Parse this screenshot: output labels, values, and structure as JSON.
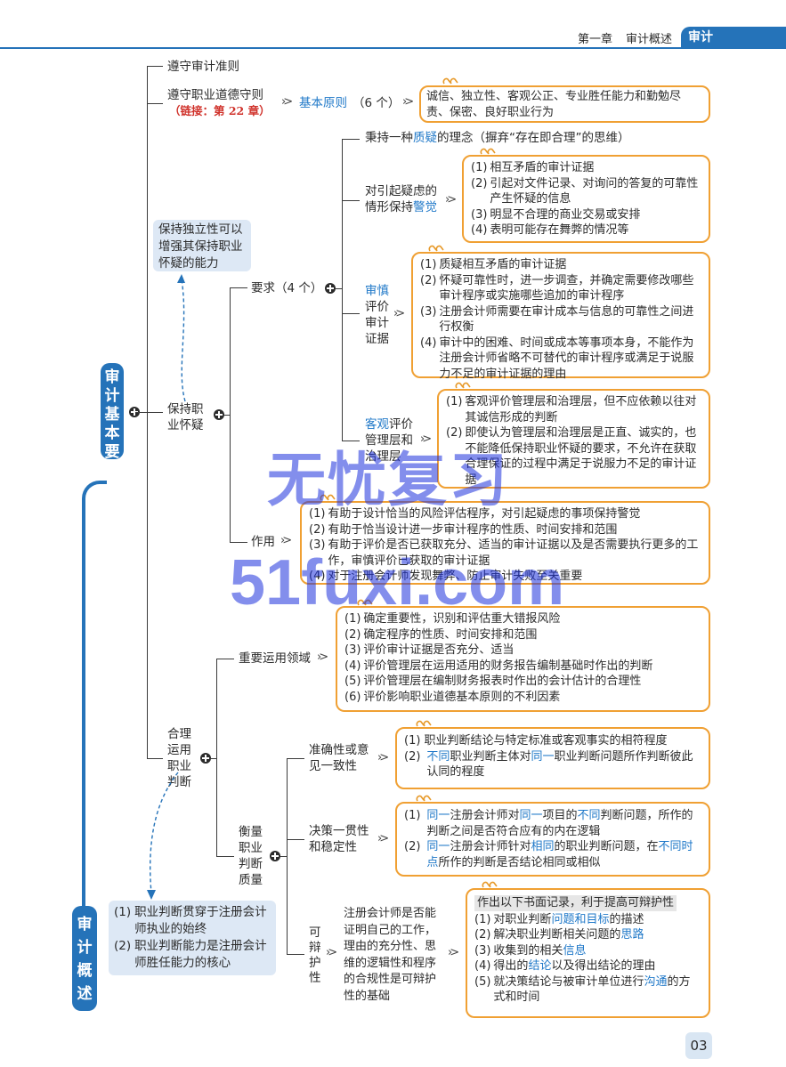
{
  "header": {
    "chapter": "第一章",
    "section": "审计概述",
    "badge": "审计"
  },
  "page_number": "03",
  "side_tabs": {
    "basic": "审计基本要求",
    "overview": "审计概述"
  },
  "watermark": {
    "line1": "无忧复习",
    "line2": "51fuxi.com"
  },
  "tree": {
    "n1": "遵守审计准则",
    "n2": "遵守职业道德守则",
    "n2_link": "（链接：第 22 章）",
    "n2_principle": "基本原则",
    "n2_count": "（6 个）",
    "n2_box": "诚信、独立性、客观公正、专业胜任能力和勤勉尽责、保密、良好职业行为",
    "skeptic": "保持职业怀疑",
    "skeptic_note": "保持独立性可以增强其保持职业怀疑的能力",
    "req": "要求（4 个）",
    "r1_pre": "秉持一种",
    "r1_key": "质疑",
    "r1_post": "的理念（摒弃“存在即合理”的思维）",
    "r2_pre": "对引起疑虑的情形保持",
    "r2_key": "警觉",
    "r2_items": [
      {
        "n": "(1)",
        "t": "相互矛盾的审计证据"
      },
      {
        "n": "(2)",
        "t": "引起对文件记录、对询问的答复的可靠性产生怀疑的信息"
      },
      {
        "n": "(3)",
        "t": "明显不合理的商业交易或安排"
      },
      {
        "n": "(4)",
        "t": "表明可能存在舞弊的情况等"
      }
    ],
    "r3_key": "审慎",
    "r3_rest": "评价审计证据",
    "r3_items": [
      {
        "n": "(1)",
        "t": "质疑相互矛盾的审计证据"
      },
      {
        "n": "(2)",
        "t": "怀疑可靠性时，进一步调查，并确定需要修改哪些审计程序或实施哪些追加的审计程序"
      },
      {
        "n": "(3)",
        "t": "注册会计师需要在审计成本与信息的可靠性之间进行权衡"
      },
      {
        "n": "(4)",
        "t": "审计中的困难、时间或成本等事项本身，不能作为注册会计师省略不可替代的审计程序或满足于说服力不足的审计证据的理由"
      }
    ],
    "r4_key": "客观",
    "r4_rest": "评价管理层和治理层",
    "r4_items": [
      {
        "n": "(1)",
        "t": "客观评价管理层和治理层，但不应依赖以往对其诚信形成的判断"
      },
      {
        "n": "(2)",
        "t": "即使认为管理层和治理层是正直、诚实的，也不能降低保持职业怀疑的要求，不允许在获取合理保证的过程中满足于说服力不足的审计证据"
      }
    ],
    "effect": "作用",
    "effect_items": [
      {
        "n": "(1)",
        "t": "有助于设计恰当的风险评估程序，对引起疑虑的事项保持警觉"
      },
      {
        "n": "(2)",
        "t": "有助于恰当设计进一步审计程序的性质、时间安排和范围"
      },
      {
        "n": "(3)",
        "t": "有助于评价是否已获取充分、适当的审计证据以及是否需要执行更多的工作，审慎评价已获取的审计证据"
      },
      {
        "n": "(4)",
        "t": "对于注册会计师发现舞弊、防止审计失败至关重要"
      }
    ],
    "judge": "合理运用职业判断",
    "judge_note": [
      {
        "n": "(1)",
        "t": "职业判断贯穿于注册会计师执业的始终"
      },
      {
        "n": "(2)",
        "t": "职业判断能力是注册会计师胜任能力的核心"
      }
    ],
    "areas": "重要运用领域",
    "area_items": [
      {
        "n": "(1)",
        "t": "确定重要性，识别和评估重大错报风险"
      },
      {
        "n": "(2)",
        "t": "确定程序的性质、时间安排和范围"
      },
      {
        "n": "(3)",
        "t": "评价审计证据是否充分、适当"
      },
      {
        "n": "(4)",
        "t": "评价管理层在运用适用的财务报告编制基础时作出的判断"
      },
      {
        "n": "(5)",
        "t": "评价管理层在编制财务报表时作出的会计估计的合理性"
      },
      {
        "n": "(6)",
        "t": "评价影响职业道德基本原则的不利因素"
      }
    ],
    "quality": "衡量职业判断质量",
    "acc": "准确性或意见一致性",
    "acc1": "(1)  职业判断结论与特定标准或客观事实的相符程度",
    "acc2_n": "(2)",
    "acc2_k1": "不同",
    "acc2_m": "职业判断主体对",
    "acc2_k2": "同一",
    "acc2_e": "职业判断问题所作判断彼此认同的程度",
    "cons": "决策一贯性和稳定性",
    "cons1_n": "(1)",
    "cons1_k1": "同一",
    "cons1_a": "注册会计师对",
    "cons1_k2": "同一",
    "cons1_b": "项目的",
    "cons1_k3": "不同",
    "cons1_c": "判断问题，所作的判断之间是否符合应有的内在逻辑",
    "cons2_n": "(2)",
    "cons2_k1": "同一",
    "cons2_a": "注册会计师针对",
    "cons2_k2": "相同",
    "cons2_b": "的职业判断问题，在",
    "cons2_k3": "不同时点",
    "cons2_c": "所作的判断是否结论相同或相似",
    "defend": "可辩护性",
    "defend_desc": "注册会计师是否能证明自己的工作，理由的充分性、思维的逻辑性和程序的合规性是可辩护性的基础",
    "defend_title": "作出以下书面记录，利于提高可辩护性",
    "d1_pre": "对职业判断",
    "d1_key": "问题和目标",
    "d1_post": "的描述",
    "d2_pre": "解决职业判断相关问题的",
    "d2_key": "思路",
    "d3_pre": "收集到的相关",
    "d3_key": "信息",
    "d4_pre": "得出的",
    "d4_key": "结论",
    "d4_post": "以及得出结论的理由",
    "d5_pre": "就决策结论与被审计单位进行",
    "d5_key": "沟通",
    "d5_post": "的方式和时间"
  }
}
